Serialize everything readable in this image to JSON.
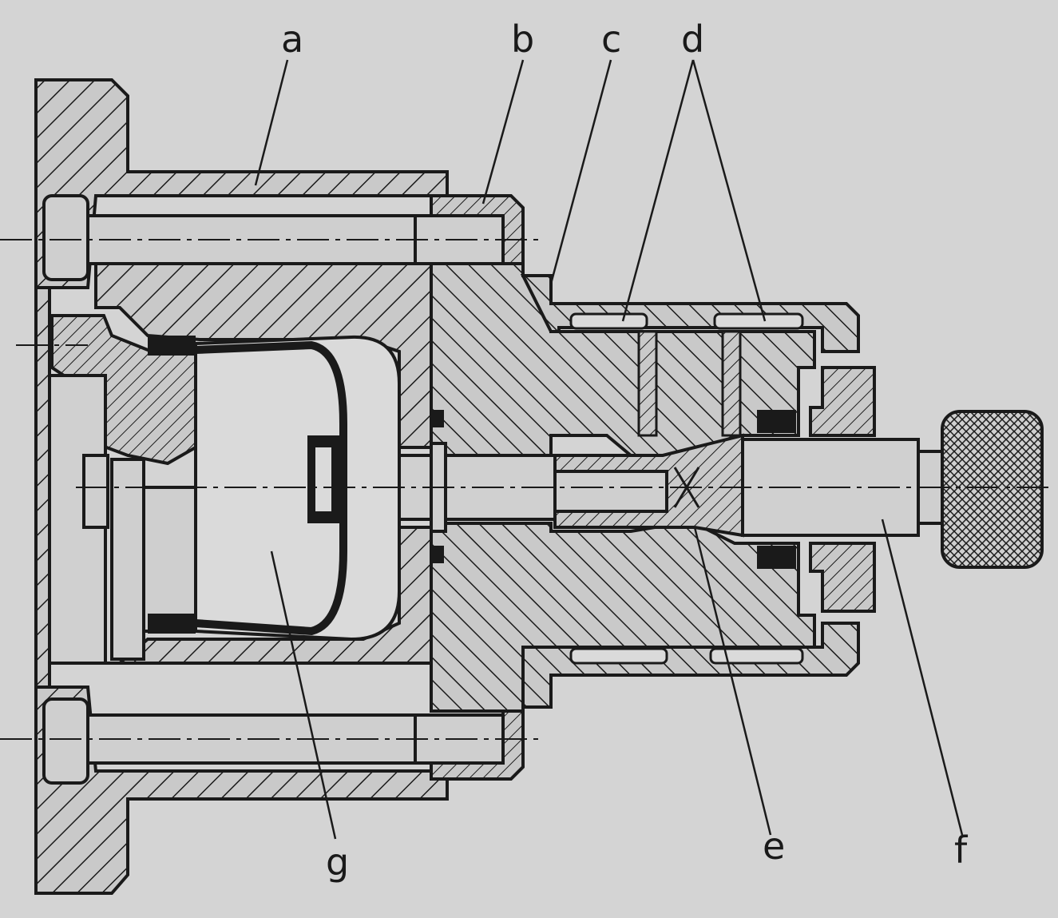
{
  "diagram": {
    "colors": {
      "background": "#d4d4d4",
      "ink": "#1a1a1a",
      "part": "#c9c9c9",
      "cavity": "#dadada"
    },
    "labels": {
      "a": "a",
      "b": "b",
      "c": "c",
      "d": "d",
      "e": "e",
      "f": "f",
      "g": "g"
    }
  }
}
